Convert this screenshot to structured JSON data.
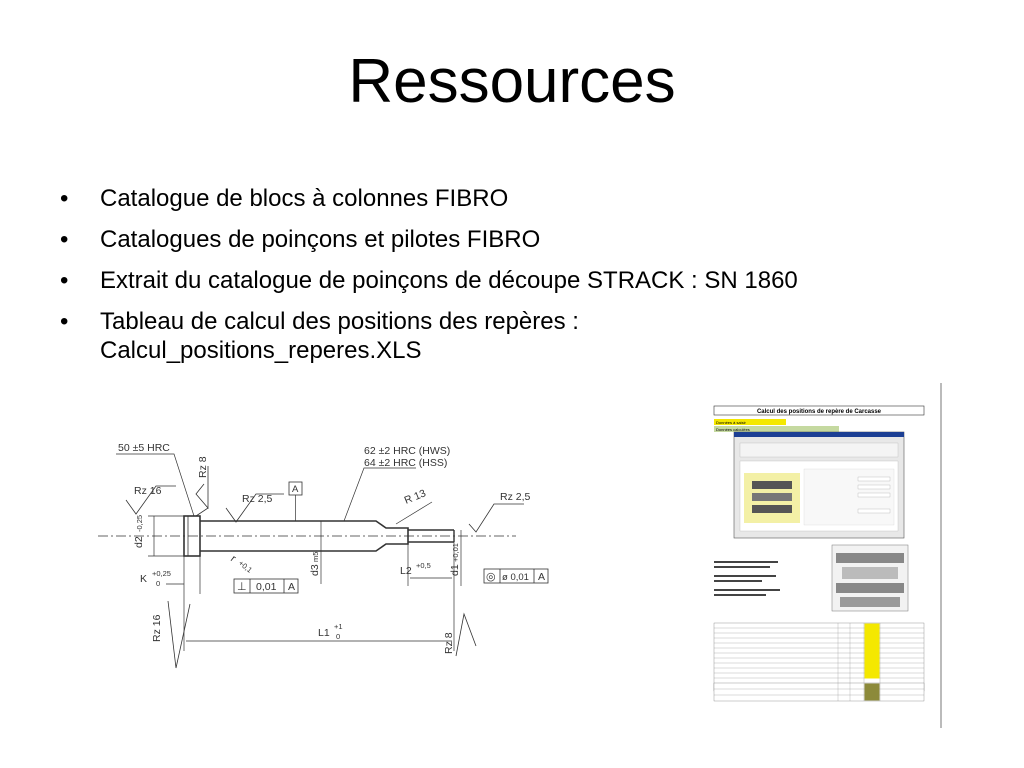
{
  "slide": {
    "title": "Ressources",
    "bullet_glyph": "•",
    "bullets": [
      {
        "lines": [
          "Catalogue de blocs à colonnes FIBRO"
        ]
      },
      {
        "lines": [
          "Catalogues de poinçons et pilotes FIBRO"
        ]
      },
      {
        "lines": [
          "Extrait du catalogue de poinçons de découpe STRACK : SN 1860"
        ]
      },
      {
        "lines": [
          "Tableau de calcul des positions des repères :",
          "Calcul_positions_reperes.XLS"
        ]
      }
    ]
  },
  "drawing": {
    "hardness_head": "50 ±5 HRC",
    "hardness_hws": "62 ±2 HRC (HWS)",
    "hardness_hss": "64 ±2 HRC (HSS)",
    "rz8_top": "Rz 8",
    "rz16_left": "Rz 16",
    "rz25_mid": "Rz 2,5",
    "rz25_right": "Rz 2,5",
    "r13": "R 13",
    "datum_a": "A",
    "d2": "d2",
    "d2_tol": "-0,25",
    "r_label": "r",
    "r_tol": "+0,1",
    "d3": "d3",
    "d3_fit": "m5",
    "d1": "d1",
    "d1_tol": "+0,01",
    "l2": "L2",
    "l2_tol": "+0,5",
    "k": "K",
    "k_tol_up": "+0,25",
    "k_tol_low": "0",
    "perp_symbol": "⊥",
    "perp_value": "0,01",
    "perp_datum": "A",
    "conc_symbol": "◎",
    "conc_value": "ø 0,01",
    "conc_datum": "A",
    "rz16_bottom": "Rz 16",
    "l1": "L1",
    "l1_tol_up": "+1",
    "l1_tol_low": "0",
    "rz8_bottom": "Rz 8"
  },
  "spreadsheet": {
    "title": "Calcul des positions de repère de Carcasse",
    "cell_1": "Données à saisir",
    "cell_2": "Données calculées",
    "colors": {
      "input_yellow": "#f4e800",
      "calc_green": "#c5d9a0",
      "olive": "#8c8a3a",
      "dialog_blue": "#1c3f94",
      "grey": "#c0c0c0"
    }
  }
}
